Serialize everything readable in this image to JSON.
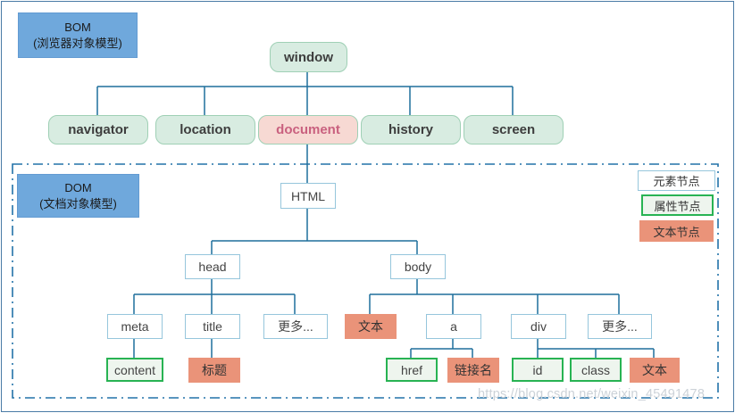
{
  "bom": {
    "title": "BOM",
    "subtitle": "(浏览器对象模型)",
    "nodes": {
      "window": "window",
      "navigator": "navigator",
      "location": "location",
      "document": "document",
      "history": "history",
      "screen": "screen"
    }
  },
  "dom": {
    "title": "DOM",
    "subtitle": "(文档对象模型)",
    "nodes": {
      "html": "HTML",
      "head": "head",
      "body": "body",
      "meta": "meta",
      "title": "title",
      "more_head": "更多...",
      "content": "content",
      "heading": "标题",
      "text_body": "文本",
      "a": "a",
      "div": "div",
      "more_body": "更多...",
      "href": "href",
      "link_name": "链接名",
      "id": "id",
      "class": "class",
      "text_div": "文本"
    }
  },
  "legend": {
    "element": "元素节点",
    "attribute": "属性节点",
    "text": "文本节点"
  },
  "watermark": "https://blog.csdn.net/weixin_45491478",
  "colors": {
    "connector": "#1e6f9c",
    "dom_boundary": "#2272a8",
    "bom_node_fill": "#d8ece1",
    "bom_node_border": "#9fd0b5",
    "document_fill": "#f7d9d3",
    "document_text": "#c9617f",
    "label_bg": "#6fa8dc",
    "element_border": "#96c6dc",
    "attribute_border": "#28b353",
    "attribute_fill": "#eef5ee",
    "text_node_fill": "#ea9379",
    "watermark_text": "#ccd2d8"
  }
}
